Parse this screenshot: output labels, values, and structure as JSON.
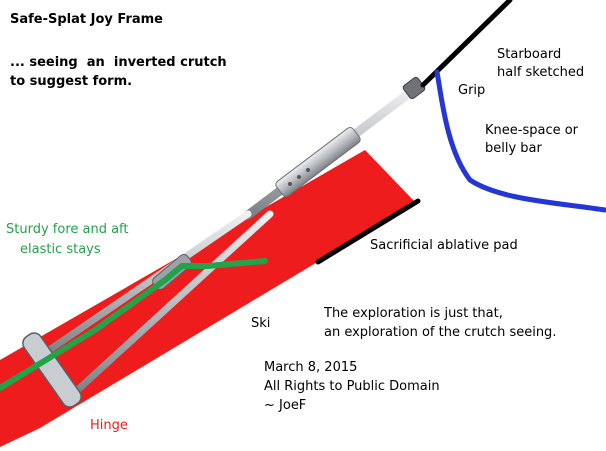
{
  "title": "Safe-Splat Joy Frame",
  "subtitle_line1": "... seeing  an  inverted crutch",
  "subtitle_line2": "to suggest form.",
  "labels": {
    "starboard_line1": "Starboard",
    "starboard_line2": "half sketched",
    "grip": "Grip",
    "knee_line1": "Knee-space or",
    "knee_line2": "belly bar",
    "stays_line1": "Sturdy fore and aft",
    "stays_line2": "elastic stays",
    "pad": "Sacrificial ablative pad",
    "ski": "Ski",
    "hinge": "Hinge",
    "exploration_line1": "The exploration is just that,",
    "exploration_line2": "an exploration of the crutch seeing.",
    "date": "March 8, 2015",
    "rights": "All Rights to Public Domain",
    "author": "~ JoeF"
  },
  "colors": {
    "ski": "#ee1c1c",
    "stays": "#22a34a",
    "knee_bar": "#2436d6",
    "pad": "#000000",
    "grip_line": "#000000",
    "crutch_metal": "#a7aaae",
    "hinge_text": "#ee1c1c",
    "stays_text": "#22a34a"
  }
}
